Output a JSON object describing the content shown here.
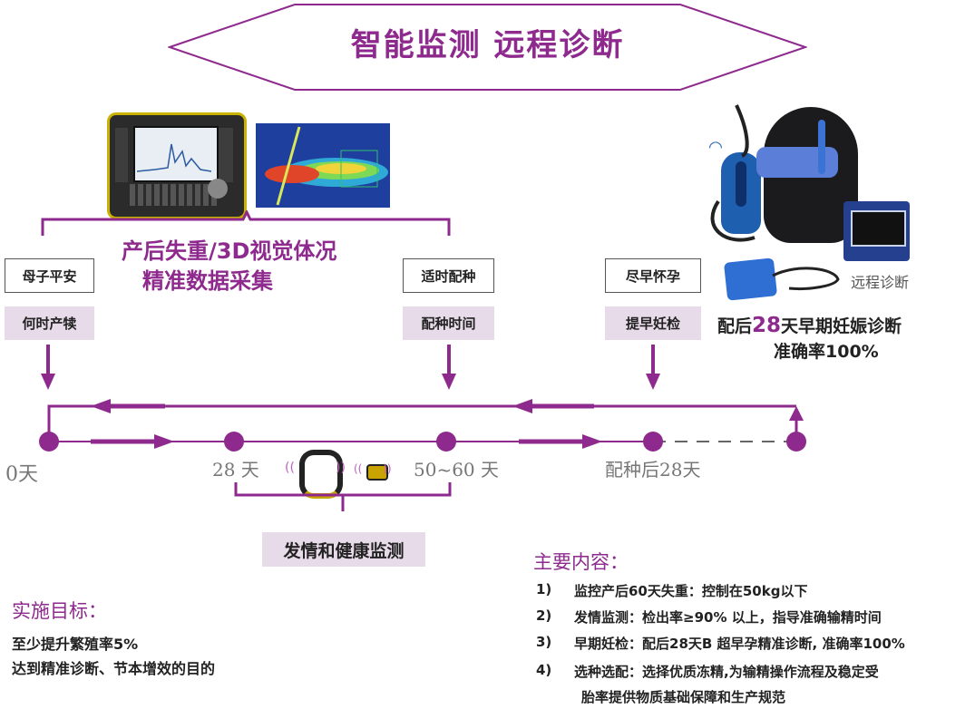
{
  "title": "智能监测  远程诊断",
  "top_caption": {
    "line1": "产后失重/3D视觉体况",
    "line2": "精准数据采集"
  },
  "stages": [
    {
      "box": "母子平安",
      "tag": "何时产犊"
    },
    {
      "box": "适时配种",
      "tag": "配种时间"
    },
    {
      "box": "尽早怀孕",
      "tag": "提早妊检"
    }
  ],
  "device_caption": {
    "remote": "远程诊断",
    "line1_pre": "配后",
    "line1_num": "28",
    "line1_post": "天早期妊娠诊断",
    "line2": "准确率100%"
  },
  "timeline": {
    "labels": [
      "0天",
      "28 天",
      "50~60 天",
      "配种后28天"
    ]
  },
  "estrus_box": "发情和健康监测",
  "goals": {
    "heading": "实施目标：",
    "items": [
      "至少提升繁殖率5%",
      "达到精准诊断、节本增效的目的"
    ]
  },
  "content": {
    "heading": "主要内容：",
    "items": [
      {
        "num": "1)",
        "text": "监控产后60天失重：控制在50kg以下"
      },
      {
        "num": "2)",
        "text": "发情监测：检出率≥90% 以上，指导准确输精时间"
      },
      {
        "num": "3)",
        "text": "早期妊检：配后28天B 超早孕精准诊断, 准确率100%"
      },
      {
        "num": "4)",
        "text": "选种选配：选择优质冻精,为输精操作流程及稳定受"
      },
      {
        "num": "",
        "text": "胎率提供物质基础保障和生产规范"
      }
    ]
  },
  "colors": {
    "accent": "#8e2a8d",
    "tag_bg": "#e8dbe9"
  }
}
